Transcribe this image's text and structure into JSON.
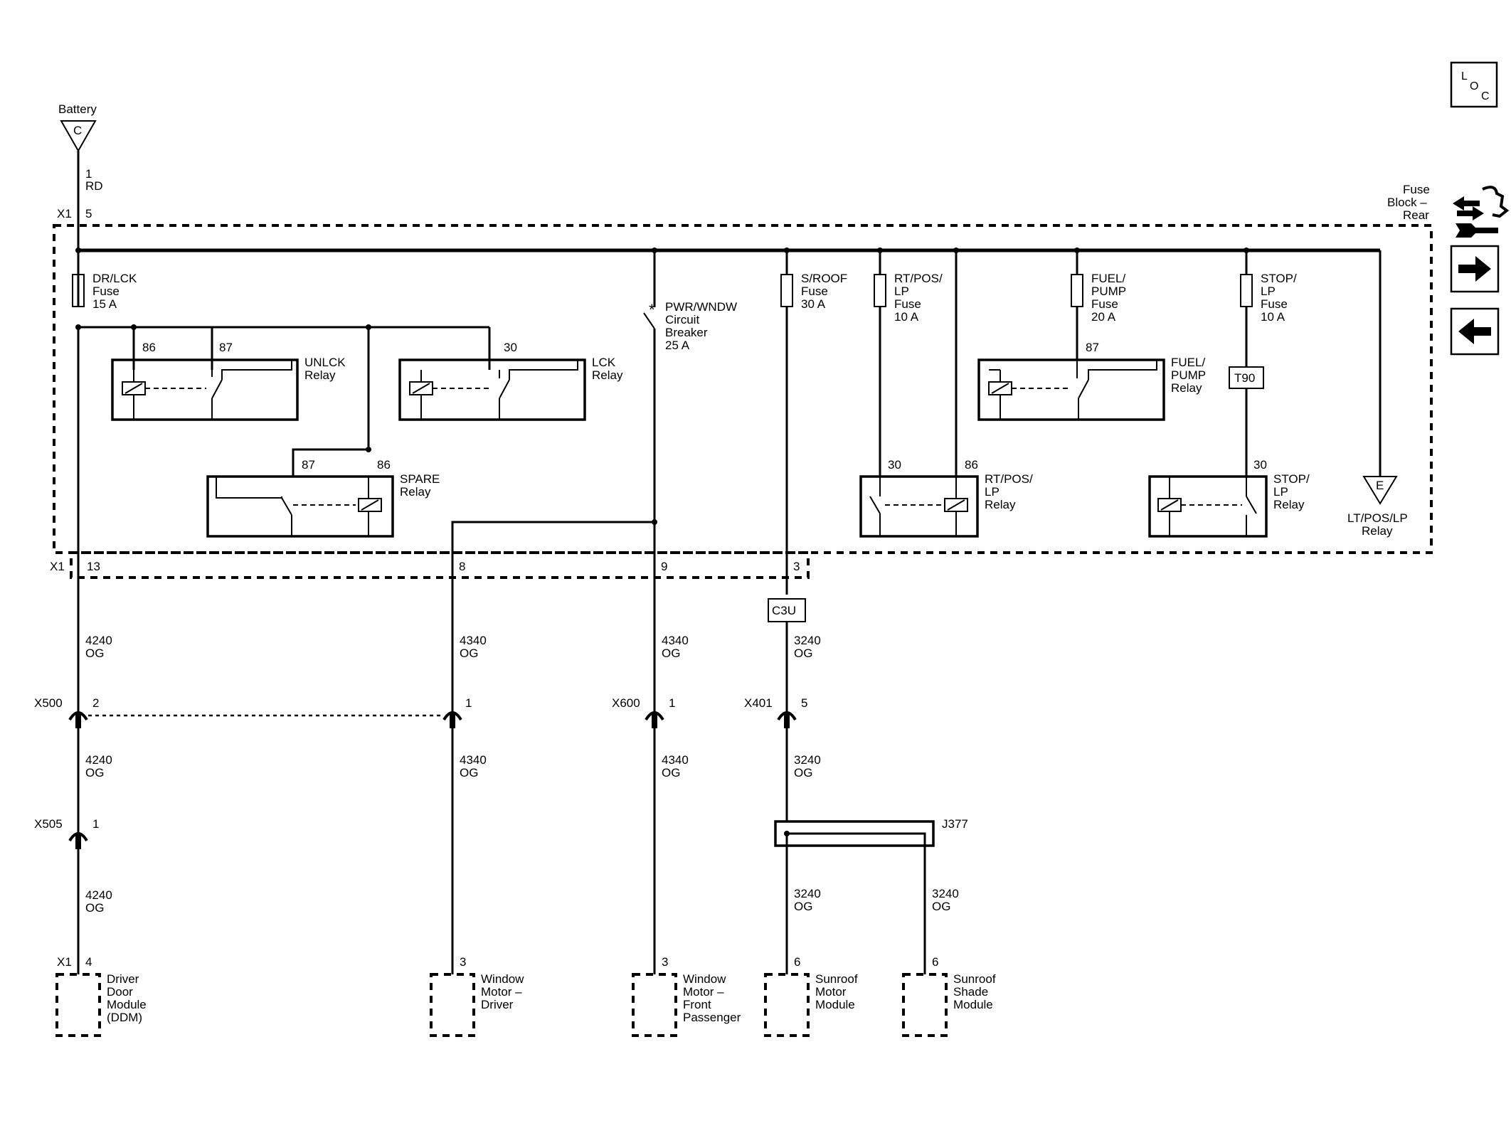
{
  "source": {
    "label": "Battery",
    "ref": "C"
  },
  "battery_wire": {
    "cavity": "1",
    "color": "RD"
  },
  "fuse_block": {
    "line1": "Fuse",
    "line2": "Block –",
    "line3": "Rear",
    "conn_top": "X1",
    "cav_top": "5",
    "conn_bottom": "X1"
  },
  "fuses": [
    {
      "lines": [
        "DR/LCK",
        "Fuse",
        "15 A"
      ]
    },
    {
      "lines": [
        "S/ROOF",
        "Fuse",
        "30 A"
      ]
    },
    {
      "lines": [
        "RT/POS/",
        "LP",
        "Fuse",
        "10 A"
      ]
    },
    {
      "lines": [
        "FUEL/",
        "PUMP",
        "Fuse",
        "20 A"
      ]
    },
    {
      "lines": [
        "STOP/",
        "LP",
        "Fuse",
        "10 A"
      ]
    }
  ],
  "breaker": {
    "lines": [
      "PWR/WNDW",
      "Circuit",
      "Breaker",
      "25 A"
    ]
  },
  "relays": [
    {
      "lines": [
        "UNLCK",
        "Relay"
      ],
      "pins": [
        "86",
        "87"
      ]
    },
    {
      "lines": [
        "LCK",
        "Relay"
      ],
      "pins": [
        "30"
      ]
    },
    {
      "lines": [
        "SPARE",
        "Relay"
      ],
      "pins": [
        "87",
        "86"
      ]
    },
    {
      "lines": [
        "FUEL/",
        "PUMP",
        "Relay"
      ],
      "pins": [
        "87"
      ]
    },
    {
      "lines": [
        "RT/POS/",
        "LP",
        "Relay"
      ],
      "pins": [
        "30",
        "86"
      ]
    },
    {
      "lines": [
        "STOP/",
        "LP",
        "Relay"
      ],
      "pins": [
        "30"
      ]
    }
  ],
  "lt_relay": {
    "ref": "E",
    "lines": [
      "LT/POS/LP",
      "Relay"
    ]
  },
  "t90": "T90",
  "c3u": "C3U",
  "bottom_cavities": [
    "13",
    "8",
    "9",
    "3"
  ],
  "wires": [
    {
      "circuit": "4240",
      "color": "OG"
    },
    {
      "circuit": "4340",
      "color": "OG"
    },
    {
      "circuit": "4340",
      "color": "OG"
    },
    {
      "circuit": "3240",
      "color": "OG"
    }
  ],
  "connectors": [
    {
      "name": "X500",
      "cav": "2"
    },
    {
      "name": "",
      "cav": "1"
    },
    {
      "name": "X600",
      "cav": "1"
    },
    {
      "name": "X401",
      "cav": "5"
    },
    {
      "name": "X505",
      "cav": "1"
    }
  ],
  "wires2": [
    {
      "circuit": "4240",
      "color": "OG"
    },
    {
      "circuit": "4340",
      "color": "OG"
    },
    {
      "circuit": "4340",
      "color": "OG"
    },
    {
      "circuit": "3240",
      "color": "OG"
    },
    {
      "circuit": "4240",
      "color": "OG"
    },
    {
      "circuit": "3240",
      "color": "OG"
    },
    {
      "circuit": "3240",
      "color": "OG"
    }
  ],
  "splice": "J377",
  "modules": [
    {
      "conn": "X1",
      "cav": "4",
      "lines": [
        "Driver",
        "Door",
        "Module",
        "(DDM)"
      ]
    },
    {
      "conn": "",
      "cav": "3",
      "lines": [
        "Window",
        "Motor –",
        "Driver"
      ]
    },
    {
      "conn": "",
      "cav": "3",
      "lines": [
        "Window",
        "Motor –",
        "Front",
        "Passenger"
      ]
    },
    {
      "conn": "",
      "cav": "6",
      "lines": [
        "Sunroof",
        "Motor",
        "Module"
      ]
    },
    {
      "conn": "",
      "cav": "6",
      "lines": [
        "Sunroof",
        "Shade",
        "Module"
      ]
    }
  ],
  "loc": {
    "l": "L",
    "o": "O",
    "c": "C"
  },
  "nav": {
    "forward": "forward-arrow-icon",
    "back": "back-arrow-icon",
    "component": "component-view-icon"
  }
}
